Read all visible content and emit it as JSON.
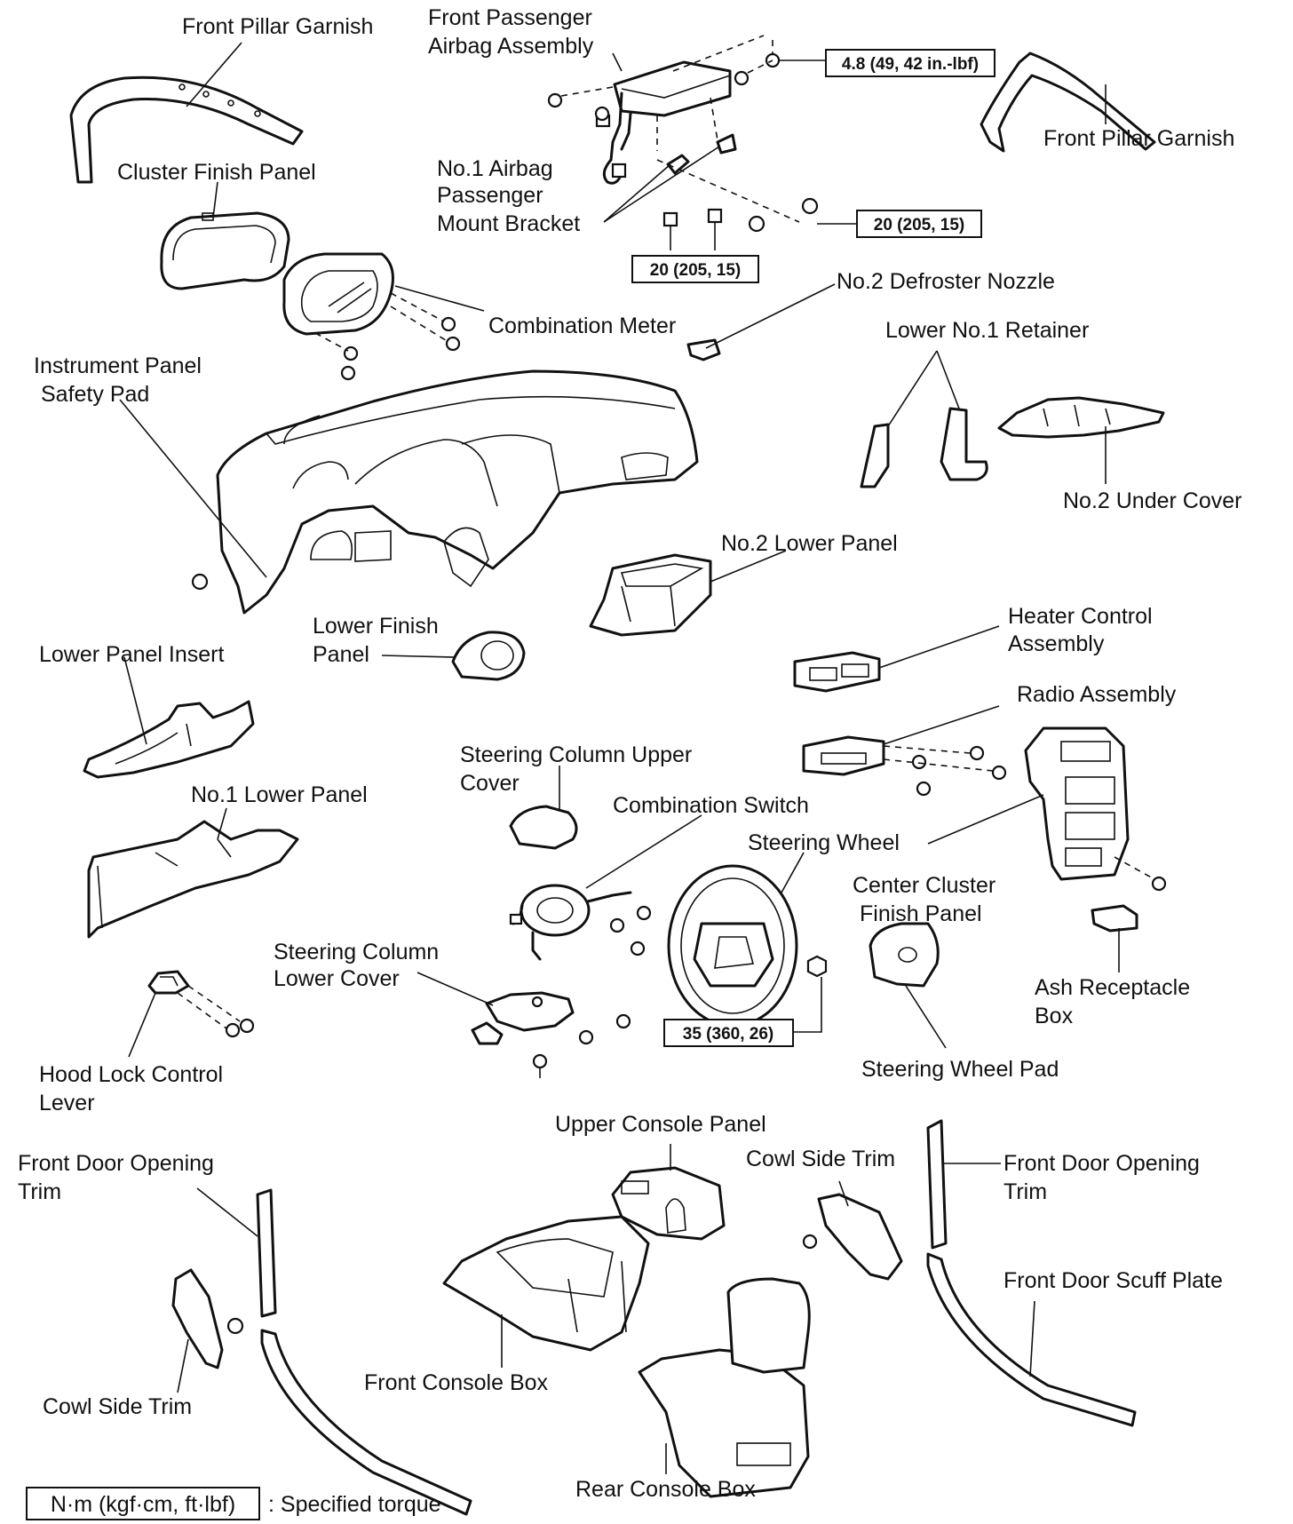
{
  "labels": {
    "front_pillar_garnish_left": "Front Pillar Garnish",
    "front_passenger_airbag_1": "Front Passenger",
    "front_passenger_airbag_2": "Airbag Assembly",
    "front_pillar_garnish_right": "Front Pillar Garnish",
    "cluster_finish_panel": "Cluster Finish Panel",
    "airbag_bracket_1": "No.1 Airbag",
    "airbag_bracket_2": "Passenger",
    "airbag_bracket_3": "Mount Bracket",
    "no2_defroster_nozzle": "No.2 Defroster Nozzle",
    "combination_meter": "Combination Meter",
    "lower_no1_retainer": "Lower No.1 Retainer",
    "instrument_panel_safety_pad_1": "Instrument Panel",
    "instrument_panel_safety_pad_2": "Safety Pad",
    "no2_under_cover": "No.2 Under Cover",
    "no2_lower_panel": "No.2 Lower Panel",
    "lower_finish_panel_1": "Lower Finish",
    "lower_finish_panel_2": "Panel",
    "lower_panel_insert": "Lower Panel Insert",
    "heater_control_1": "Heater Control",
    "heater_control_2": "Assembly",
    "radio_assembly": "Radio Assembly",
    "steering_column_upper_cover_1": "Steering Column Upper",
    "steering_column_upper_cover_2": "Cover",
    "combination_switch": "Combination Switch",
    "no1_lower_panel": "No.1 Lower Panel",
    "steering_wheel": "Steering Wheel",
    "center_cluster_1": "Center Cluster",
    "center_cluster_2": "Finish Panel",
    "steering_column_lower_cover_1": "Steering Column",
    "steering_column_lower_cover_2": "Lower Cover",
    "ash_receptacle_1": "Ash Receptacle",
    "ash_receptacle_2": "Box",
    "hood_lock_1": "Hood Lock Control",
    "hood_lock_2": "Lever",
    "steering_wheel_pad": "Steering Wheel Pad",
    "upper_console_panel": "Upper Console Panel",
    "front_door_opening_trim_left_1": "Front Door Opening",
    "front_door_opening_trim_left_2": "Trim",
    "cowl_side_trim_right": "Cowl Side Trim",
    "front_door_opening_trim_right_1": "Front Door Opening",
    "front_door_opening_trim_right_2": "Trim",
    "front_door_scuff_plate": "Front Door Scuff Plate",
    "front_console_box": "Front Console Box",
    "cowl_side_trim_left": "Cowl Side Trim",
    "rear_console_box": "Rear Console Box"
  },
  "torque": {
    "airbag_nut": "4.8 (49, 42 in.-lbf)",
    "bracket_bolt_right": "20 (205, 15)",
    "bracket_bolt_center": "20 (205, 15)",
    "steering_wheel_nut": "35 (360, 26)"
  },
  "legend": {
    "unit": "N·m (kgf·cm, ft·lbf)",
    "text": ": Specified torque"
  }
}
